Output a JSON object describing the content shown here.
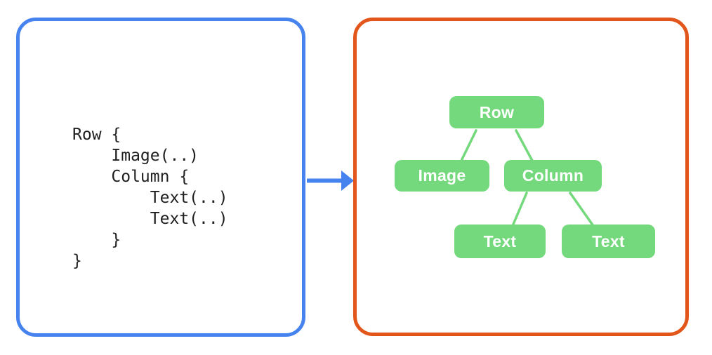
{
  "colors": {
    "background": "#ffffff",
    "left_panel_border": "#4683ee",
    "right_panel_border": "#e2561b",
    "arrow": "#4683ee",
    "node_fill": "#74d97c",
    "edge_stroke": "#74d97c",
    "node_text": "#ffffff",
    "code_text": "#1f1f1f"
  },
  "left_panel": {
    "code_lines": [
      "Row {",
      "    Image(..)",
      "    Column {",
      "        Text(..)",
      "        Text(..)",
      "    }",
      "}"
    ]
  },
  "arrow": {
    "icon": "right-arrow",
    "meaning": "code transforms into UI tree"
  },
  "right_panel": {
    "tree": {
      "nodes": [
        {
          "id": "row",
          "label": "Row"
        },
        {
          "id": "image",
          "label": "Image"
        },
        {
          "id": "column",
          "label": "Column"
        },
        {
          "id": "text1",
          "label": "Text"
        },
        {
          "id": "text2",
          "label": "Text"
        }
      ],
      "edges": [
        {
          "from": "row",
          "to": "image"
        },
        {
          "from": "row",
          "to": "column"
        },
        {
          "from": "column",
          "to": "text1"
        },
        {
          "from": "column",
          "to": "text2"
        }
      ]
    }
  }
}
